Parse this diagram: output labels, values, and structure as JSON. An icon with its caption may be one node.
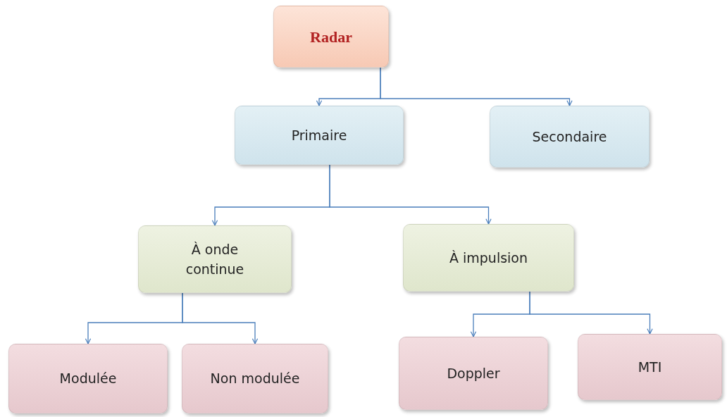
{
  "diagram": {
    "nodes": [
      {
        "text": [
          "Radar"
        ]
      },
      {
        "text": [
          "Primaire"
        ]
      },
      {
        "text": [
          "Secondaire"
        ]
      },
      {
        "text": [
          "À onde continue"
        ]
      },
      {
        "text": [
          "À impulsion"
        ]
      },
      {
        "text": [
          "Modulée"
        ]
      },
      {
        "text": [
          "Non modulée"
        ]
      },
      {
        "text": [
          "Doppler"
        ]
      },
      {
        "text": [
          "MTI"
        ]
      }
    ],
    "edges": [
      {
        "from": 0,
        "to": 1,
        "arrow": "to"
      },
      {
        "from": 0,
        "to": 2,
        "arrow": "to"
      },
      {
        "from": 1,
        "to": 3,
        "arrow": "to"
      },
      {
        "from": 1,
        "to": 4,
        "arrow": "to"
      },
      {
        "from": 3,
        "to": 5,
        "arrow": "to"
      },
      {
        "from": 3,
        "to": 6,
        "arrow": "to"
      },
      {
        "from": 4,
        "to": 7,
        "arrow": "to"
      },
      {
        "from": 4,
        "to": 8,
        "arrow": "to"
      }
    ]
  }
}
